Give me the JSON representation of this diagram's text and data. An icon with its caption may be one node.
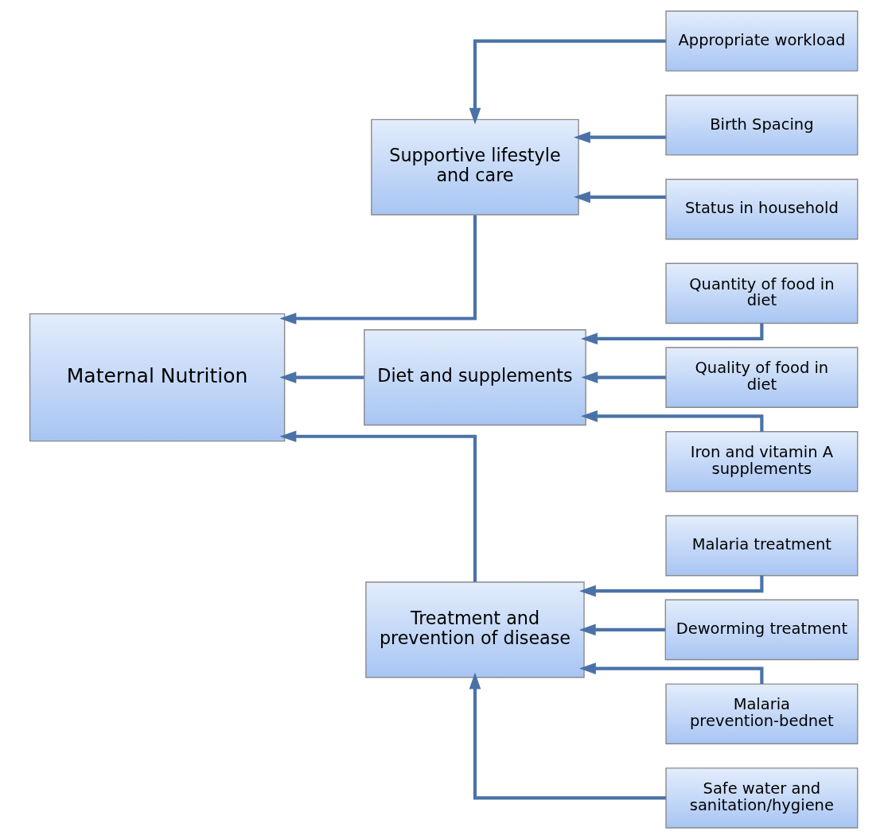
{
  "diagram": {
    "nodes": [
      {
        "text": [
          "Maternal Nutrition"
        ]
      },
      {
        "text": [
          "Supportive lifestyle and care"
        ]
      },
      {
        "text": [
          "Diet and supplements"
        ]
      },
      {
        "text": [
          "Treatment and prevention of disease"
        ]
      },
      {
        "text": [
          "Appropriate workload"
        ]
      },
      {
        "text": [
          "Birth Spacing"
        ]
      },
      {
        "text": [
          "Status in household"
        ]
      },
      {
        "text": [
          "Quantity of food in diet"
        ]
      },
      {
        "text": [
          "Quality of food in diet"
        ]
      },
      {
        "text": [
          "Iron and vitamin A supplements"
        ]
      },
      {
        "text": [
          "Malaria treatment"
        ]
      },
      {
        "text": [
          "Deworming treatment"
        ]
      },
      {
        "text": [
          "Malaria prevention-bednet"
        ]
      },
      {
        "text": [
          "Safe water and sanitation/hygiene"
        ]
      }
    ],
    "edges": [
      {
        "from": 1,
        "to": 0,
        "arrow": "to"
      },
      {
        "from": 2,
        "to": 0,
        "arrow": "to"
      },
      {
        "from": 3,
        "to": 0,
        "arrow": "to"
      },
      {
        "from": 4,
        "to": 1,
        "arrow": "to"
      },
      {
        "from": 5,
        "to": 1,
        "arrow": "to"
      },
      {
        "from": 6,
        "to": 1,
        "arrow": "to"
      },
      {
        "from": 7,
        "to": 2,
        "arrow": "to"
      },
      {
        "from": 8,
        "to": 2,
        "arrow": "to"
      },
      {
        "from": 9,
        "to": 2,
        "arrow": "to"
      },
      {
        "from": 10,
        "to": 3,
        "arrow": "to"
      },
      {
        "from": 11,
        "to": 3,
        "arrow": "to"
      },
      {
        "from": 12,
        "to": 3,
        "arrow": "to"
      },
      {
        "from": 13,
        "to": 3,
        "arrow": "to"
      }
    ]
  }
}
